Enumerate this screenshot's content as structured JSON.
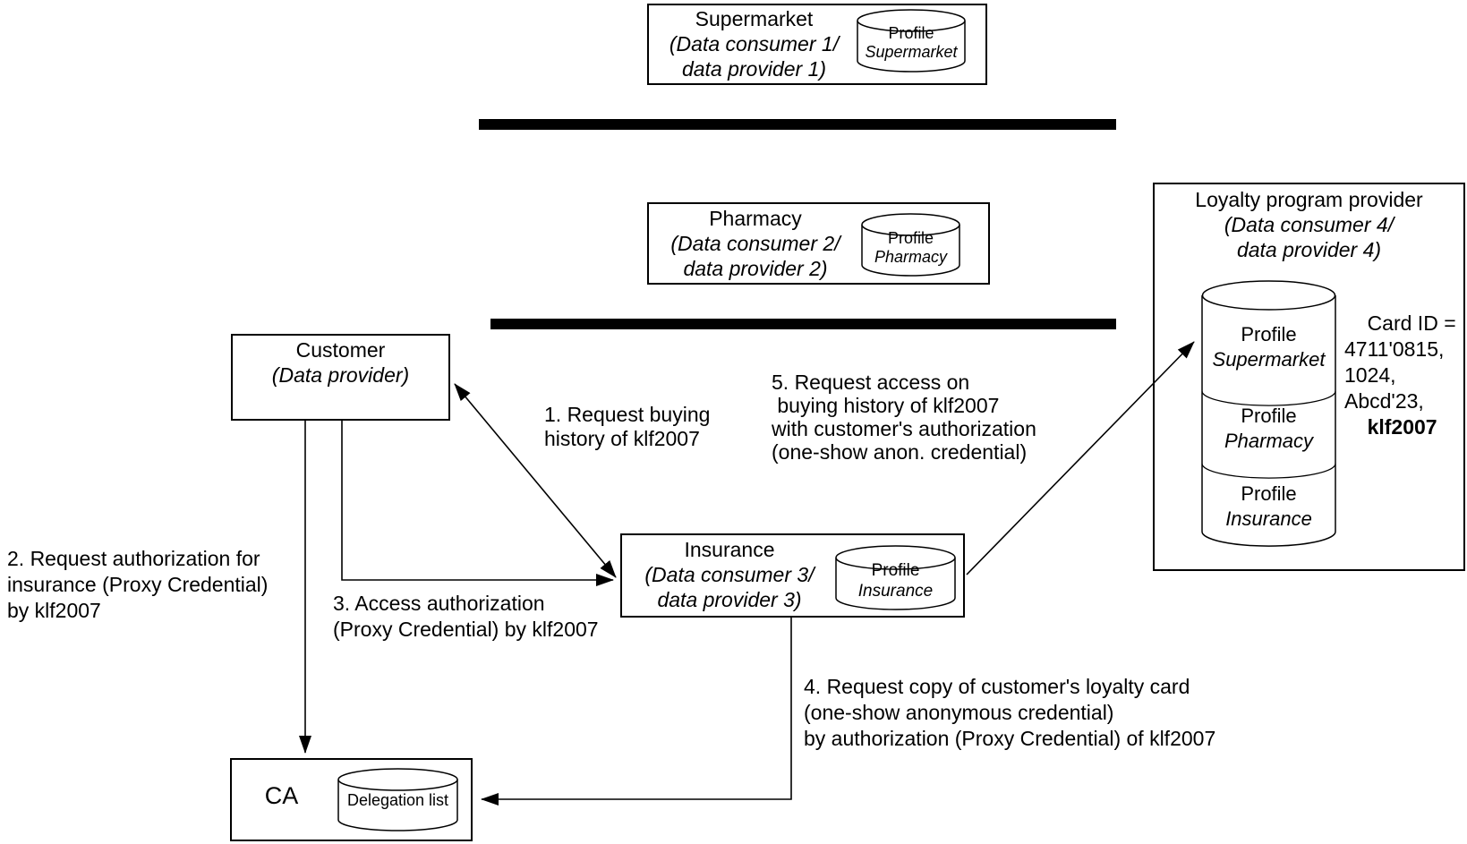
{
  "nodes": {
    "supermarket": {
      "title": "Supermarket",
      "subtitle": "(Data consumer 1/\ndata provider 1)",
      "db": {
        "line1": "Profile",
        "line2": "Supermarket"
      }
    },
    "pharmacy": {
      "title": "Pharmacy",
      "subtitle": "(Data consumer 2/\ndata provider 2)",
      "db": {
        "line1": "Profile",
        "line2": "Pharmacy"
      }
    },
    "customer": {
      "title": "Customer",
      "subtitle": "(Data provider)"
    },
    "insurance": {
      "title": "Insurance",
      "subtitle": "(Data consumer 3/\ndata provider 3)",
      "db": {
        "line1": "Profile",
        "line2": "Insurance"
      }
    },
    "ca": {
      "title": "CA",
      "db": {
        "line1": "Delegation list"
      }
    },
    "loyalty": {
      "title": "Loyalty program provider",
      "subtitle": "(Data consumer 4/\ndata provider 4)",
      "stack": [
        {
          "line1": "Profile",
          "line2": "Supermarket"
        },
        {
          "line1": "Profile",
          "line2": "Pharmacy"
        },
        {
          "line1": "Profile",
          "line2": "Insurance"
        }
      ],
      "card_id": {
        "text": "Card ID =\n4711'0815,\n1024,\nAbcd'23,",
        "highlight": "klf2007"
      }
    }
  },
  "arrows": {
    "step1": "1. Request buying\nhistory of klf2007",
    "step2": "2. Request authorization for\ninsurance (Proxy Credential)\nby klf2007",
    "step3": "3. Access authorization\n(Proxy Credential) by klf2007",
    "step4": "4. Request copy of customer's loyalty card\n(one-show anonymous credential)\nby authorization (Proxy Credential) of klf2007",
    "step5": "5. Request access on\n buying history of klf2007\nwith customer's authorization\n(one-show anon. credential)"
  },
  "colors": {
    "ink": "#000000",
    "background": "#ffffff",
    "separator_bar": "#000000"
  }
}
